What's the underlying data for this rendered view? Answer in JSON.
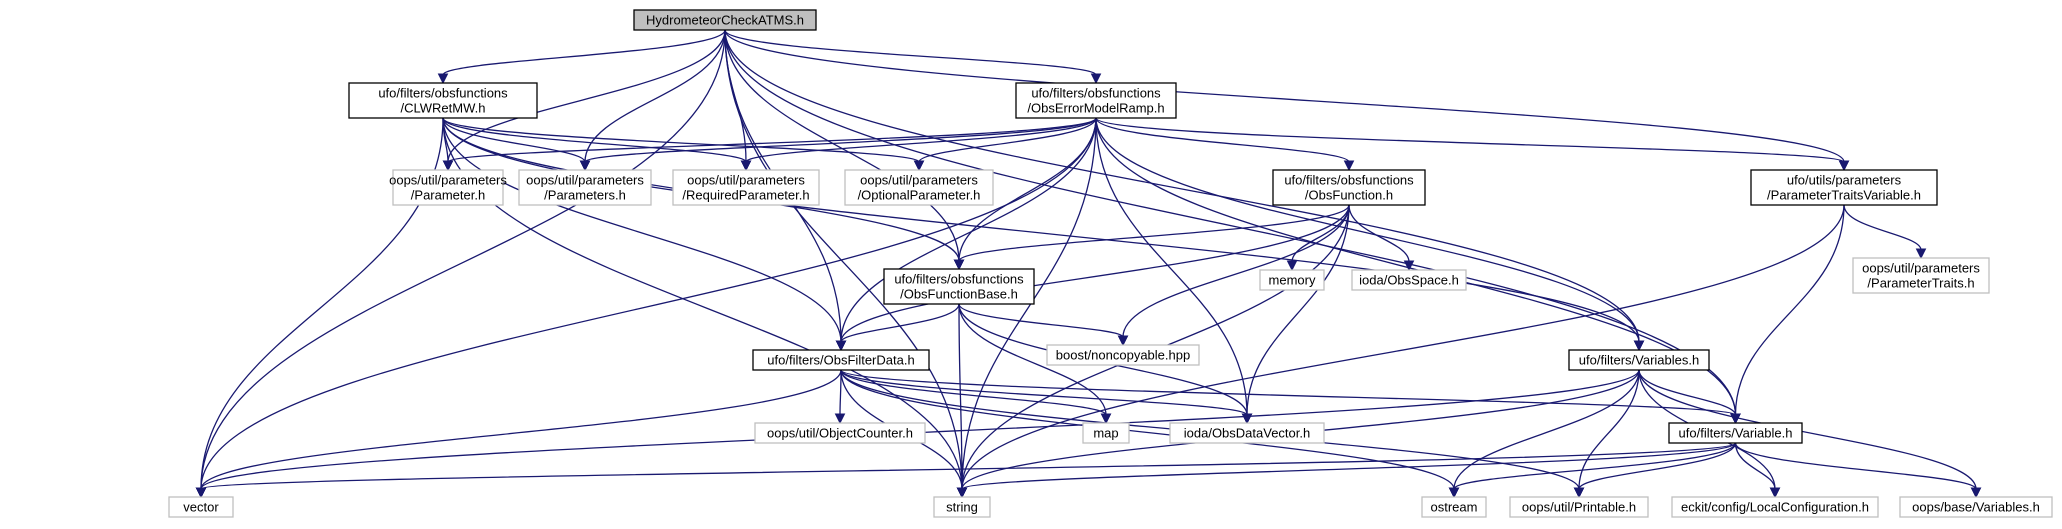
{
  "graph": {
    "colors": {
      "edge": "#191970",
      "root_fill": "#bfbfbf",
      "root_stroke": "#000000",
      "local_stroke": "#000000",
      "external_stroke": "#bfbfbf",
      "node_fill": "#ffffff"
    },
    "nodes": [
      {
        "id": "root",
        "lines": [
          "HydrometeorCheckATMS.h"
        ],
        "kind": "root"
      },
      {
        "id": "clwret",
        "lines": [
          "ufo/filters/obsfunctions",
          "/CLWRetMW.h"
        ],
        "kind": "local"
      },
      {
        "id": "oem",
        "lines": [
          "ufo/filters/obsfunctions",
          "/ObsErrorModelRamp.h"
        ],
        "kind": "local"
      },
      {
        "id": "ptv",
        "lines": [
          "ufo/utils/parameters",
          "/ParameterTraitsVariable.h"
        ],
        "kind": "local"
      },
      {
        "id": "param",
        "lines": [
          "oops/util/parameters",
          "/Parameter.h"
        ],
        "kind": "external"
      },
      {
        "id": "params",
        "lines": [
          "oops/util/parameters",
          "/Parameters.h"
        ],
        "kind": "external"
      },
      {
        "id": "reqparam",
        "lines": [
          "oops/util/parameters",
          "/RequiredParameter.h"
        ],
        "kind": "external"
      },
      {
        "id": "optparam",
        "lines": [
          "oops/util/parameters",
          "/OptionalParameter.h"
        ],
        "kind": "external"
      },
      {
        "id": "obsfunc",
        "lines": [
          "ufo/filters/obsfunctions",
          "/ObsFunction.h"
        ],
        "kind": "local"
      },
      {
        "id": "ofbase",
        "lines": [
          "ufo/filters/obsfunctions",
          "/ObsFunctionBase.h"
        ],
        "kind": "local"
      },
      {
        "id": "memory",
        "lines": [
          "memory"
        ],
        "kind": "external"
      },
      {
        "id": "obsspace",
        "lines": [
          "ioda/ObsSpace.h"
        ],
        "kind": "external"
      },
      {
        "id": "ptraits",
        "lines": [
          "oops/util/parameters",
          "/ParameterTraits.h"
        ],
        "kind": "external"
      },
      {
        "id": "boostnc",
        "lines": [
          "boost/noncopyable.hpp"
        ],
        "kind": "external"
      },
      {
        "id": "ofd",
        "lines": [
          "ufo/filters/ObsFilterData.h"
        ],
        "kind": "local"
      },
      {
        "id": "vars",
        "lines": [
          "ufo/filters/Variables.h"
        ],
        "kind": "local"
      },
      {
        "id": "objcnt",
        "lines": [
          "oops/util/ObjectCounter.h"
        ],
        "kind": "external"
      },
      {
        "id": "map",
        "lines": [
          "map"
        ],
        "kind": "external"
      },
      {
        "id": "odv",
        "lines": [
          "ioda/ObsDataVector.h"
        ],
        "kind": "external"
      },
      {
        "id": "var",
        "lines": [
          "ufo/filters/Variable.h"
        ],
        "kind": "local"
      },
      {
        "id": "vector",
        "lines": [
          "vector"
        ],
        "kind": "external"
      },
      {
        "id": "string",
        "lines": [
          "string"
        ],
        "kind": "external"
      },
      {
        "id": "ostream",
        "lines": [
          "ostream"
        ],
        "kind": "external"
      },
      {
        "id": "printable",
        "lines": [
          "oops/util/Printable.h"
        ],
        "kind": "external"
      },
      {
        "id": "localconf",
        "lines": [
          "eckit/config/LocalConfiguration.h"
        ],
        "kind": "external"
      },
      {
        "id": "basevars",
        "lines": [
          "oops/base/Variables.h"
        ],
        "kind": "external"
      }
    ],
    "edges": [
      [
        "root",
        "clwret"
      ],
      [
        "root",
        "oem"
      ],
      [
        "root",
        "ptv"
      ],
      [
        "root",
        "vars"
      ],
      [
        "root",
        "var"
      ],
      [
        "root",
        "ofbase"
      ],
      [
        "root",
        "ofd"
      ],
      [
        "root",
        "param"
      ],
      [
        "root",
        "params"
      ],
      [
        "root",
        "reqparam"
      ],
      [
        "root",
        "vector"
      ],
      [
        "root",
        "string"
      ],
      [
        "clwret",
        "param"
      ],
      [
        "clwret",
        "params"
      ],
      [
        "clwret",
        "reqparam"
      ],
      [
        "clwret",
        "optparam"
      ],
      [
        "clwret",
        "ofbase"
      ],
      [
        "clwret",
        "ofd"
      ],
      [
        "clwret",
        "vars"
      ],
      [
        "clwret",
        "vector"
      ],
      [
        "clwret",
        "string"
      ],
      [
        "oem",
        "param"
      ],
      [
        "oem",
        "params"
      ],
      [
        "oem",
        "reqparam"
      ],
      [
        "oem",
        "optparam"
      ],
      [
        "oem",
        "obsfunc"
      ],
      [
        "oem",
        "ofbase"
      ],
      [
        "oem",
        "ofd"
      ],
      [
        "oem",
        "vars"
      ],
      [
        "oem",
        "var"
      ],
      [
        "oem",
        "ptv"
      ],
      [
        "oem",
        "odv"
      ],
      [
        "oem",
        "vector"
      ],
      [
        "oem",
        "string"
      ],
      [
        "obsfunc",
        "memory"
      ],
      [
        "obsfunc",
        "obsspace"
      ],
      [
        "obsfunc",
        "ofbase"
      ],
      [
        "obsfunc",
        "ofd"
      ],
      [
        "obsfunc",
        "boostnc"
      ],
      [
        "obsfunc",
        "odv"
      ],
      [
        "obsfunc",
        "string"
      ],
      [
        "ofbase",
        "ofd"
      ],
      [
        "ofbase",
        "boostnc"
      ],
      [
        "ofbase",
        "map"
      ],
      [
        "ofbase",
        "odv"
      ],
      [
        "ofbase",
        "string"
      ],
      [
        "ptv",
        "ptraits"
      ],
      [
        "ptv",
        "var"
      ],
      [
        "ptv",
        "string"
      ],
      [
        "ofd",
        "objcnt"
      ],
      [
        "ofd",
        "map"
      ],
      [
        "ofd",
        "odv"
      ],
      [
        "ofd",
        "var"
      ],
      [
        "ofd",
        "vector"
      ],
      [
        "ofd",
        "string"
      ],
      [
        "ofd",
        "ostream"
      ],
      [
        "ofd",
        "printable"
      ],
      [
        "vars",
        "var"
      ],
      [
        "vars",
        "vector"
      ],
      [
        "vars",
        "string"
      ],
      [
        "vars",
        "ostream"
      ],
      [
        "vars",
        "printable"
      ],
      [
        "vars",
        "localconf"
      ],
      [
        "vars",
        "basevars"
      ],
      [
        "var",
        "vector"
      ],
      [
        "var",
        "string"
      ],
      [
        "var",
        "ostream"
      ],
      [
        "var",
        "printable"
      ],
      [
        "var",
        "localconf"
      ],
      [
        "var",
        "basevars"
      ]
    ]
  }
}
